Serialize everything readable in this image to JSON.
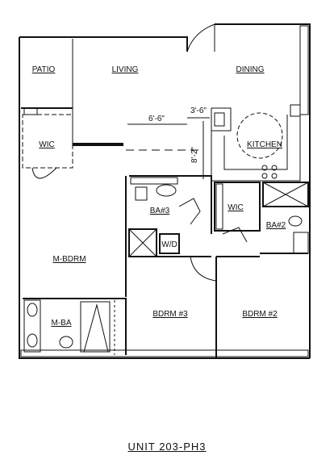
{
  "plan": {
    "rooms": {
      "patio": "PATIO",
      "living": "LIVING",
      "dining": "DINING",
      "kitchen": "KITCHEN",
      "wic_master": "WIC",
      "wic_second": "WIC",
      "bath3": "BA#3",
      "bath2": "BA#2",
      "washer_dryer": "W/D",
      "master_bedroom": "M-BDRM",
      "master_bath": "M-BA",
      "bedroom3": "BDRM #3",
      "bedroom2": "BDRM #2"
    },
    "dimensions": {
      "width_living": "6'-6\"",
      "width_kitchen_gap": "3'-6\"",
      "depth_kitchen": "8'-2\""
    },
    "caption": "UNIT 203-PH3"
  }
}
